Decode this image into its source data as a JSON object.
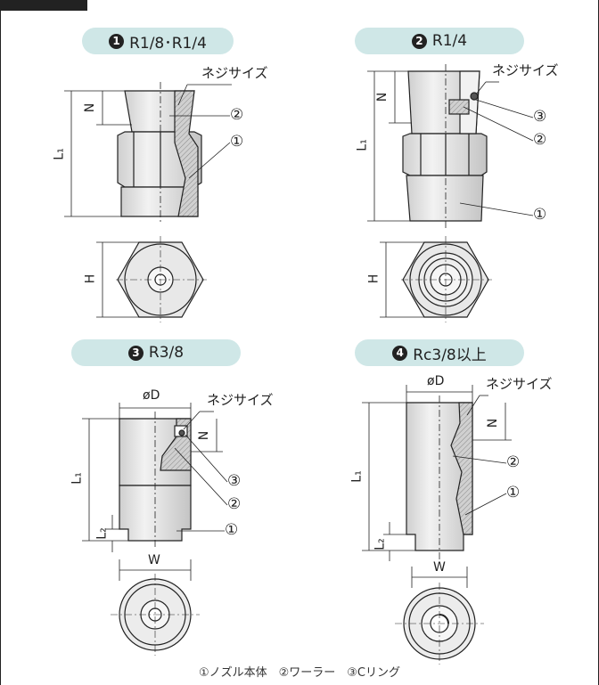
{
  "header_tab": "",
  "panels": [
    {
      "num": "1",
      "title": "R1/8･R1/4"
    },
    {
      "num": "2",
      "title": "R1/4"
    },
    {
      "num": "3",
      "title": "R3/8"
    },
    {
      "num": "4",
      "title": "Rc3/8以上"
    }
  ],
  "labels": {
    "thread_size": "ネジサイズ",
    "callout_1": "①",
    "callout_2": "②",
    "callout_3": "③",
    "dim_N": "N",
    "dim_L1": "L₁",
    "dim_L2": "L₂",
    "dim_H": "H",
    "dim_D": "øD",
    "dim_W": "W"
  },
  "legend": "①ノズル本体　②ワーラー　③Cリング",
  "colors": {
    "pill_bg": "#cfe7e7",
    "body_fill": "#e6e6e6",
    "hatch": "#b0b0b0",
    "line": "#222222"
  }
}
